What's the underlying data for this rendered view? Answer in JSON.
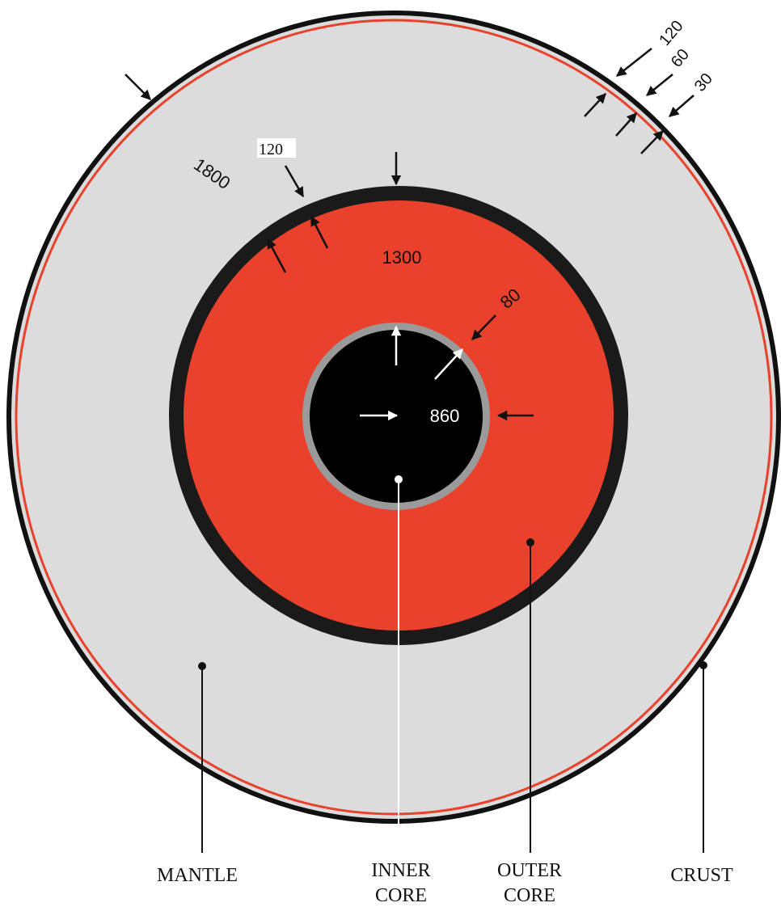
{
  "colors": {
    "page_background": "#ffffff",
    "mantle_fill": "#dcdcdc",
    "outer_core_fill": "#ea412c",
    "inner_core_fill": "#000000",
    "inner_core_rim": "#9a9a9a",
    "boundary_dark": "#1a1a1a",
    "crust_line": "#e8412c"
  },
  "layers": [
    {
      "id": "mantle",
      "label": "MANTLE",
      "thickness": "1800"
    },
    {
      "id": "outer_core",
      "label_line1": "OUTER",
      "label_line2": "CORE",
      "thickness": "1300"
    },
    {
      "id": "inner_core",
      "label_line1": "INNER",
      "label_line2": "CORE",
      "radius": "860"
    },
    {
      "id": "crust",
      "label": "CRUST"
    }
  ],
  "boundary_labels": {
    "core_mantle": "120",
    "inner_outer": "80",
    "crust_outer": "120",
    "crust_middle": "60",
    "crust_inner": "30"
  },
  "icons": {
    "arrow": "arrow-icon",
    "pointer_dot": "pointer-dot-icon"
  }
}
